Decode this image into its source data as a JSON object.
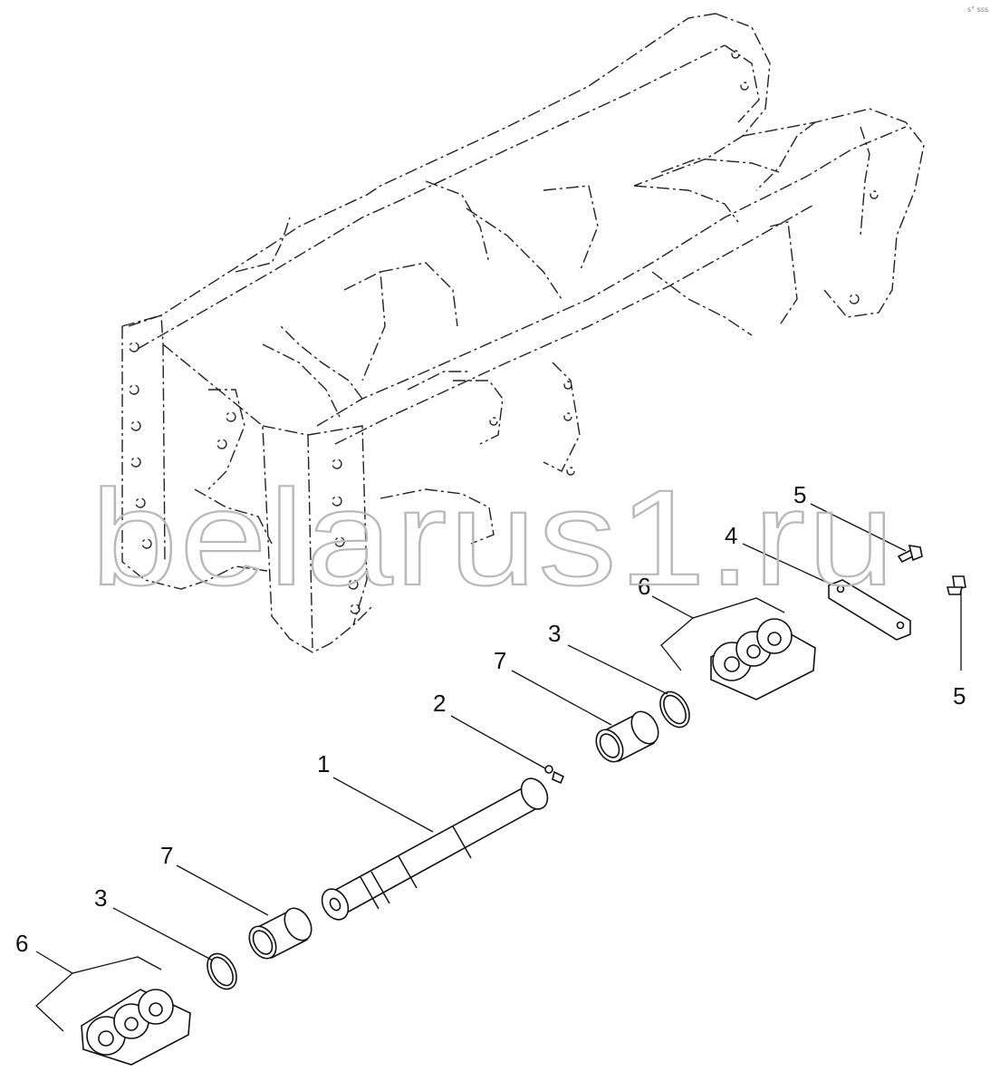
{
  "watermark": "belarus1.ru",
  "corner_mark": "s° sss",
  "callouts": {
    "c1": "1",
    "c2": "2",
    "c3_upper": "3",
    "c3_lower": "3",
    "c4": "4",
    "c5_upper": "5",
    "c5_right": "5",
    "c6_upper": "6",
    "c6_lower": "6",
    "c7_upper": "7",
    "c7_lower": "7"
  },
  "colors": {
    "line": "#111111",
    "watermark": "#b9b9b9",
    "background": "#ffffff"
  }
}
